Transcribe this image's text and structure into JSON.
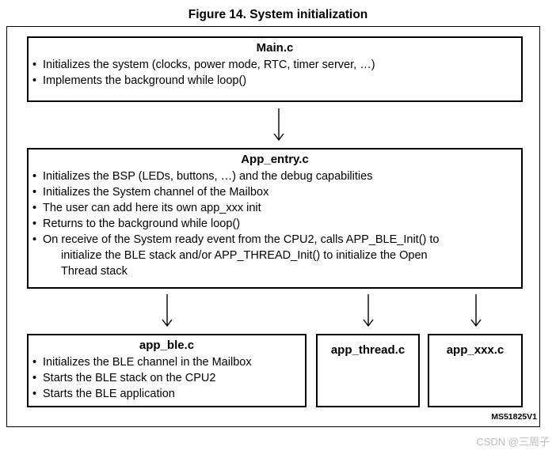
{
  "figure_title": "Figure 14. System initialization",
  "diagram_code": "MS51825V1",
  "watermark": "CSDN @三周子",
  "colors": {
    "text": "#000000",
    "border": "#000000",
    "background": "#ffffff",
    "watermark": "#bdbdbd"
  },
  "boxes": {
    "main": {
      "title": "Main.c",
      "bullets": [
        "Initializes the system (clocks, power mode, RTC, timer server, …)",
        "Implements the background while loop()"
      ]
    },
    "app_entry": {
      "title": "App_entry.c",
      "bullets": [
        "Initializes the BSP (LEDs, buttons, …) and the debug capabilities",
        "Initializes the System channel of the Mailbox",
        "The user can add here its own app_xxx init",
        "Returns to the background while loop()"
      ],
      "bullet5": {
        "line1": "On receive of the System ready event from the CPU2, calls APP_BLE_Init() to",
        "line2": "initialize the BLE stack and/or APP_THREAD_Init() to initialize the Open",
        "line3": "Thread stack"
      }
    },
    "app_ble": {
      "title": "app_ble.c",
      "bullets": [
        "Initializes the BLE channel in the Mailbox",
        "Starts the BLE stack on the CPU2",
        "Starts the BLE application"
      ]
    },
    "app_thread": {
      "title": "app_thread.c"
    },
    "app_xxx": {
      "title": "app_xxx.c"
    }
  }
}
